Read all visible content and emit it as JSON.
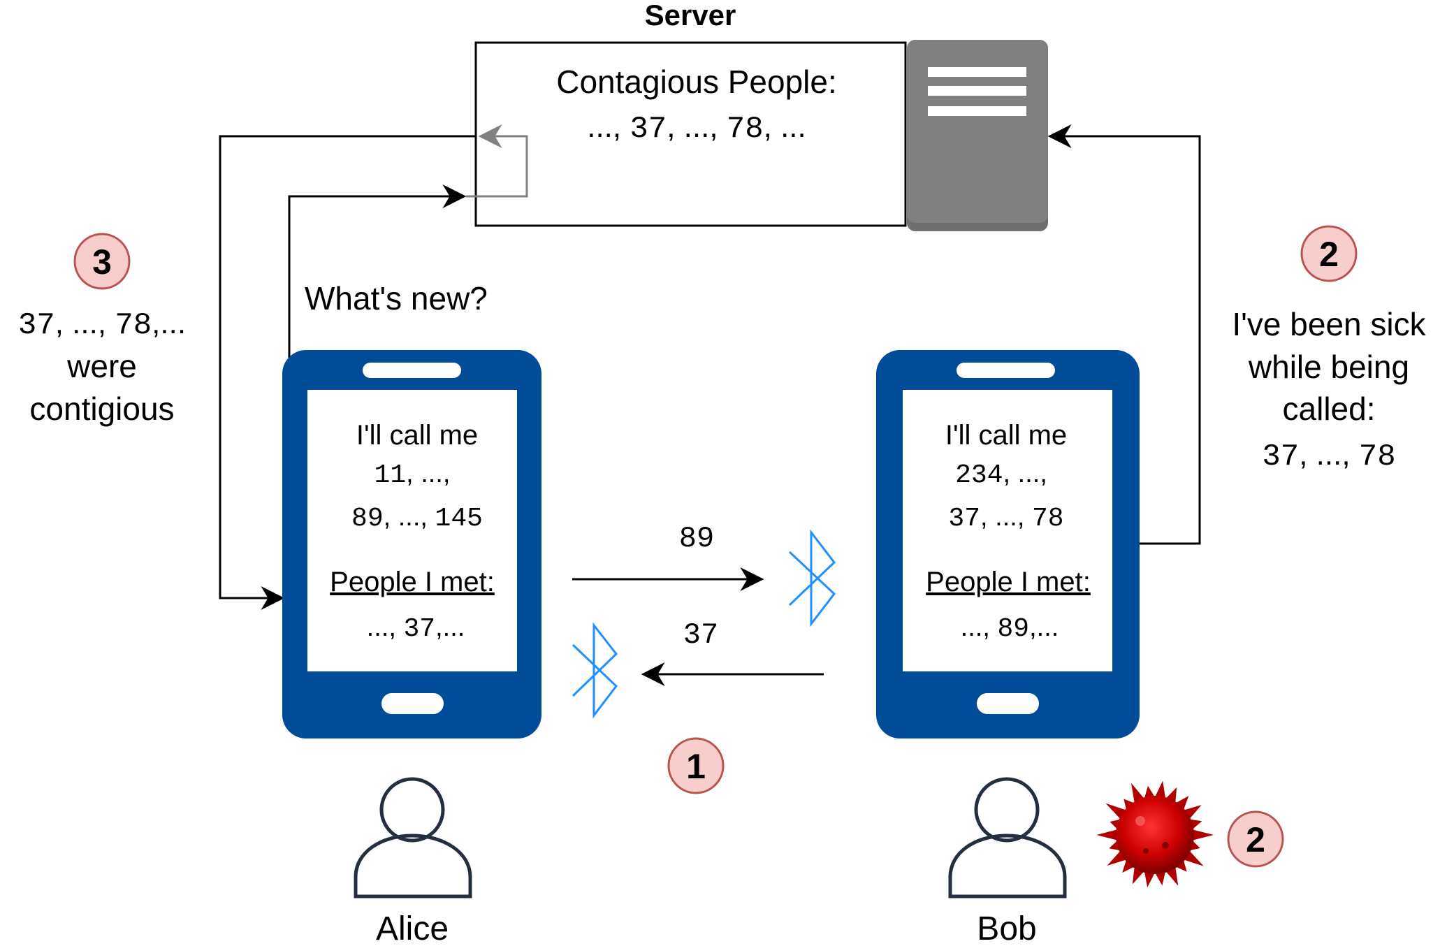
{
  "server": {
    "title": "Server",
    "list_label": "Contagious People:",
    "list_parts": [
      "...,",
      "37",
      ",",
      "...,",
      "78",
      ",",
      "..."
    ]
  },
  "alice": {
    "name": "Alice",
    "pseudonym_label": "I'll call me",
    "pseudonyms_line1": [
      "11",
      ", ...,"
    ],
    "pseudonyms_line2": [
      "89",
      ", ...,",
      "145"
    ],
    "met_label": "People I met:",
    "met_values": [
      "...,",
      "37",
      ",..."
    ]
  },
  "bob": {
    "name": "Bob",
    "pseudonym_label": "I'll call me",
    "pseudonyms_line1": [
      "234",
      ", ...,"
    ],
    "pseudonyms_line2": [
      "37",
      ", ...,",
      "78"
    ],
    "met_label": "People I met:",
    "met_values": [
      "...,",
      "89",
      ",..."
    ]
  },
  "query": {
    "label": "What's new?"
  },
  "exchange": {
    "alice_sends": "89",
    "bob_sends": "37"
  },
  "step1": {
    "number": "1"
  },
  "step2": {
    "number": "2",
    "line1": "I've been sick",
    "line2": "while being",
    "line3": "called:",
    "values": [
      "37",
      ", ...,",
      "78"
    ]
  },
  "step2_virus": {
    "number": "2"
  },
  "step3": {
    "number": "3",
    "values": [
      "37",
      ", ...,",
      "78",
      ",",
      "..."
    ],
    "line2": "were",
    "line3": "contigious"
  },
  "colors": {
    "phone": "#004c99",
    "bluetooth": "#1e90ff",
    "server_rack": "#808080",
    "badge_fill": "#f8cecc",
    "badge_stroke": "#b85450",
    "virus": "#cc0000",
    "person": "#232f3e",
    "loop_arrow": "#808080"
  }
}
